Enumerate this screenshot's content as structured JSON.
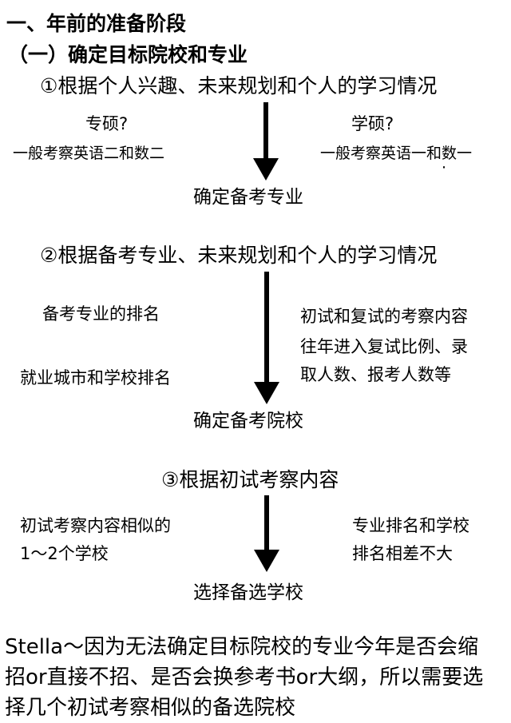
{
  "headings": {
    "h1": "一、年前的准备阶段",
    "h2": "（一）确定目标院校和专业"
  },
  "step1": {
    "title": "①根据个人兴趣、未来规划和个人的学习情况",
    "left_label": "专硕?",
    "left_desc": "一般考察英语二和数二",
    "right_label": "学硕?",
    "right_desc": "一般考察英语一和数一",
    "right_mark": "·",
    "result": "确定备考专业"
  },
  "step2": {
    "title": "②根据备考专业、未来规划和个人的学习情况",
    "left_item1": "备考专业的排名",
    "left_item2": "就业城市和学校排名",
    "right_line1": "初试和复试的考察内容",
    "right_line2": "往年进入复试比例、录",
    "right_line3": "取人数、报考人数等",
    "result": "确定备考院校"
  },
  "step3": {
    "title": "③根据初试考察内容",
    "left_line1": "初试考察内容相似的",
    "left_line2": "1～2个学校",
    "right_line1": "专业排名和学校",
    "right_line2": "排名相差不大",
    "result": "选择备选学校"
  },
  "note": {
    "line1": "Stella～因为无法确定目标院校的专业今年是否会缩",
    "line2": "招or直接不招、是否会换参考书or大纲，所以需要选",
    "line3": "择几个初试考察相似的备选院校"
  }
}
